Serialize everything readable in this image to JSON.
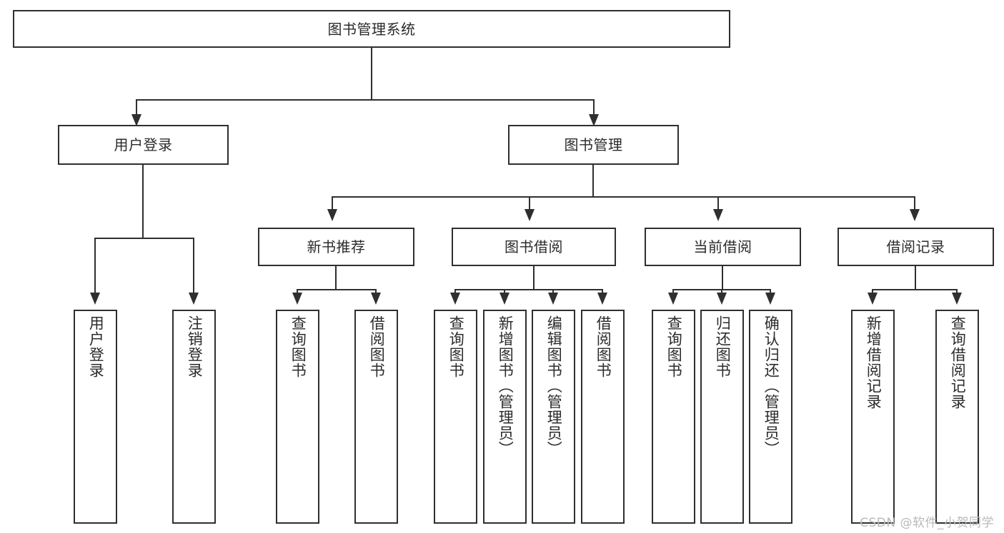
{
  "diagram": {
    "title": "图书管理系统",
    "type": "tree-hierarchy",
    "watermark": "CSDN @软件_小贺同学",
    "colors": {
      "background": "#ffffff",
      "border": "#2f2f2f",
      "text": "#2b2b2b",
      "watermark": "#b9b9b9"
    }
  },
  "root": {
    "label": "图书管理系统"
  },
  "level1": [
    {
      "label": "用户登录"
    },
    {
      "label": "图书管理"
    }
  ],
  "level2": [
    {
      "label": "新书推荐"
    },
    {
      "label": "图书借阅"
    },
    {
      "label": "当前借阅"
    },
    {
      "label": "借阅记录"
    }
  ],
  "leaves": {
    "user_login": [
      {
        "label": "用户登录"
      },
      {
        "label": "注销登录"
      }
    ],
    "new_book_recommend": [
      {
        "label": "查询图书"
      },
      {
        "label": "借阅图书"
      }
    ],
    "book_borrow": [
      {
        "label": "查询图书"
      },
      {
        "label": "新增图书（管理员）"
      },
      {
        "label": "编辑图书（管理员）"
      },
      {
        "label": "借阅图书"
      }
    ],
    "current_borrow": [
      {
        "label": "查询图书"
      },
      {
        "label": "归还图书"
      },
      {
        "label": "确认归还（管理员）"
      }
    ],
    "borrow_record": [
      {
        "label": "新增借阅记录"
      },
      {
        "label": "查询借阅记录"
      }
    ]
  }
}
